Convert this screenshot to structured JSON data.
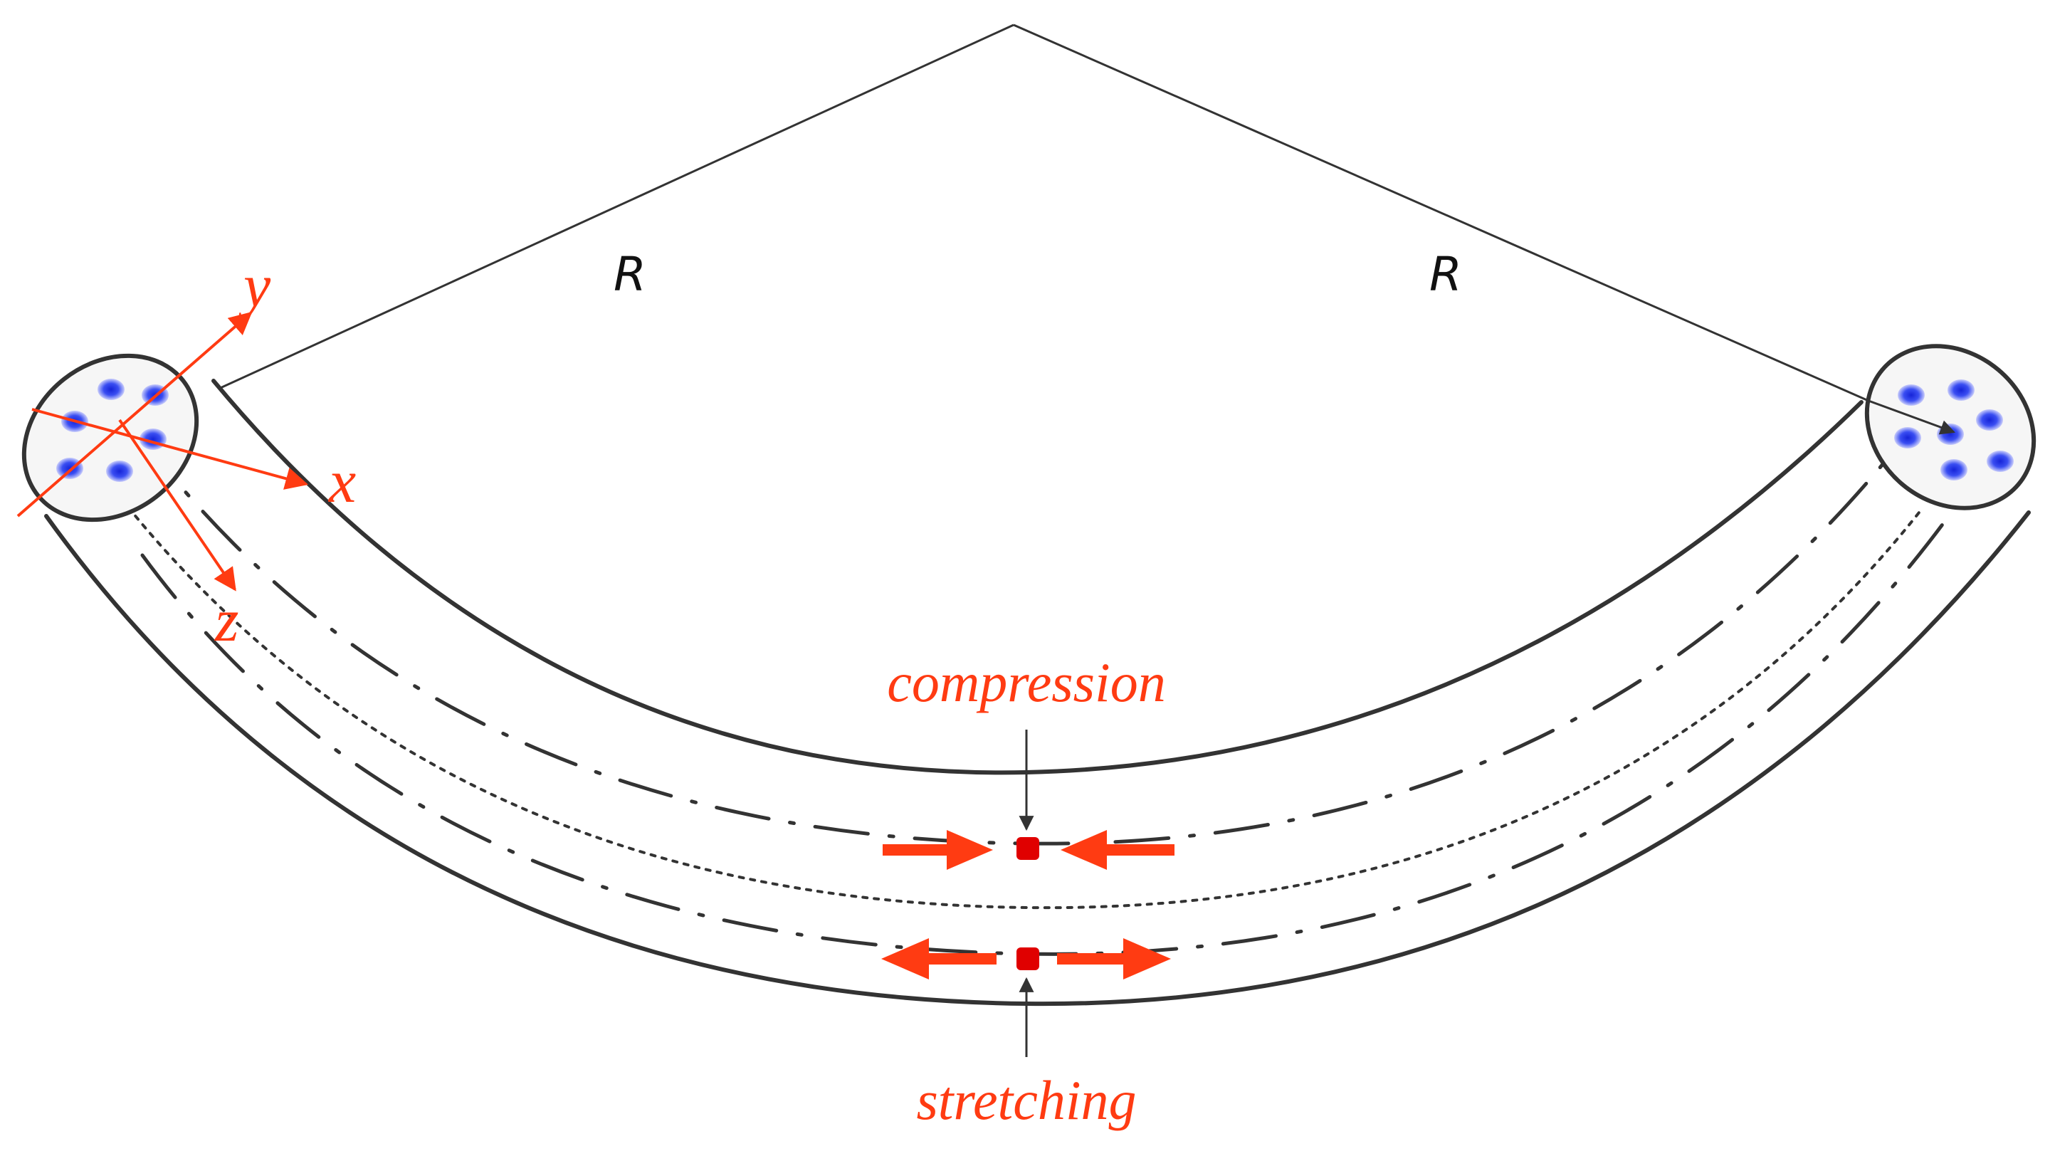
{
  "labels": {
    "radius_left": "R",
    "radius_right": "R",
    "axis_y": "y",
    "axis_x": "x",
    "axis_z": "z",
    "compression": "compression",
    "stretching": "stretching"
  },
  "colors": {
    "outline": "#333333",
    "accent": "#ff3b12",
    "point": "#e00000",
    "fiber_dot": "#2a3cf0",
    "end_face": "#f6f6f6"
  }
}
